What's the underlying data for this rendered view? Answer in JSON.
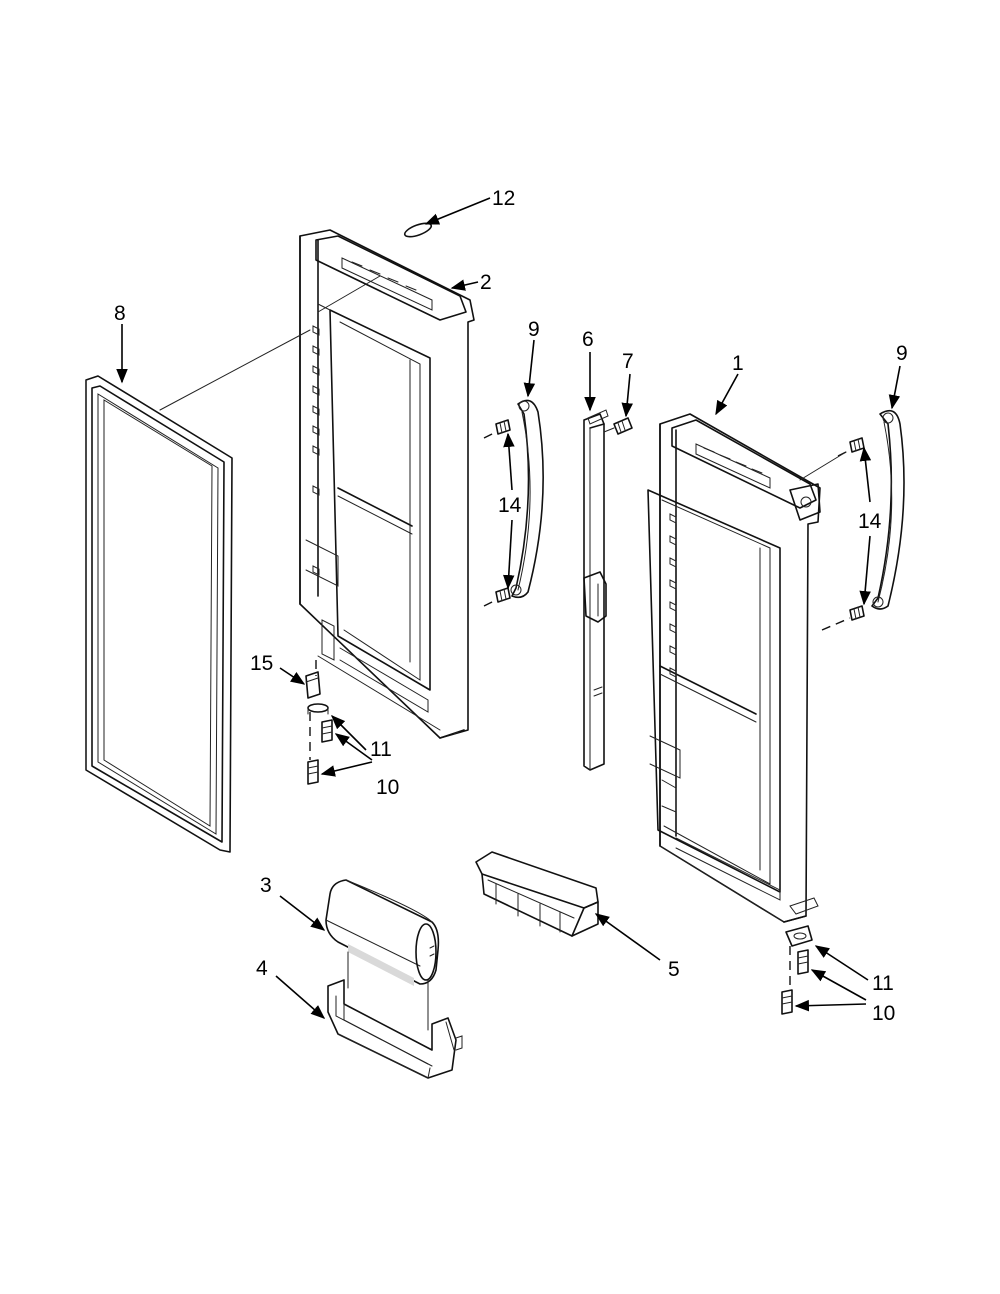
{
  "callouts": [
    {
      "id": "c12",
      "label": "12"
    },
    {
      "id": "c2",
      "label": "2"
    },
    {
      "id": "c8",
      "label": "8"
    },
    {
      "id": "c9a",
      "label": "9"
    },
    {
      "id": "c6",
      "label": "6"
    },
    {
      "id": "c7",
      "label": "7"
    },
    {
      "id": "c1",
      "label": "1"
    },
    {
      "id": "c9b",
      "label": "9"
    },
    {
      "id": "c14a",
      "label": "14"
    },
    {
      "id": "c14b",
      "label": "14"
    },
    {
      "id": "c15",
      "label": "15"
    },
    {
      "id": "c11a",
      "label": "11"
    },
    {
      "id": "c10a",
      "label": "10"
    },
    {
      "id": "c3",
      "label": "3"
    },
    {
      "id": "c4",
      "label": "4"
    },
    {
      "id": "c5",
      "label": "5"
    },
    {
      "id": "c11b",
      "label": "11"
    },
    {
      "id": "c10b",
      "label": "10"
    }
  ]
}
